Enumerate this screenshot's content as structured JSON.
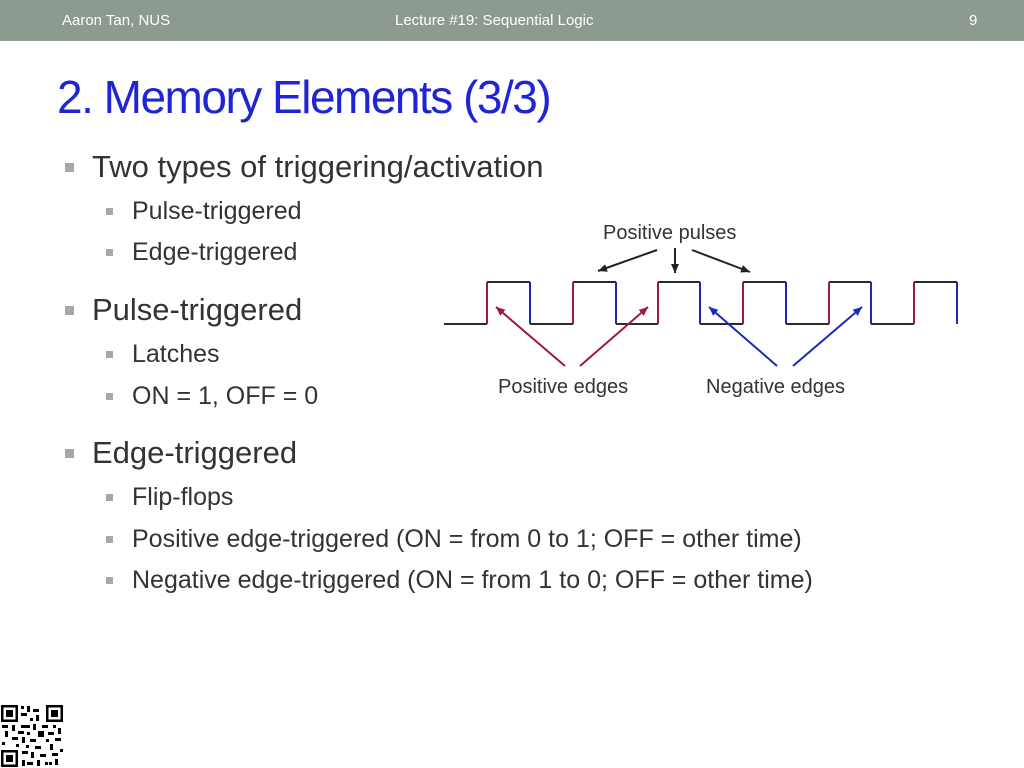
{
  "header": {
    "author": "Aaron Tan, NUS",
    "lecture": "Lecture #19: Sequential Logic",
    "page_number": "9"
  },
  "title": "2. Memory Elements (3/3)",
  "bullets": [
    {
      "text": "Two types of triggering/activation",
      "sub": [
        "Pulse-triggered",
        "Edge-triggered"
      ]
    },
    {
      "text": "Pulse-triggered",
      "sub": [
        "Latches",
        "ON = 1, OFF = 0"
      ]
    },
    {
      "text": "Edge-triggered",
      "sub": [
        "Flip-flops",
        "Positive edge-triggered (ON = from 0 to 1; OFF = other time)",
        "Negative edge-triggered (ON = from 1 to 0; OFF = other time)"
      ]
    }
  ],
  "diagram": {
    "positive_pulses_label": "Positive pulses",
    "positive_edges_label": "Positive edges",
    "negative_edges_label": "Negative edges",
    "colors": {
      "positive_edge": "#a0173f",
      "negative_edge": "#1a2ab8",
      "pulse_arrow": "#222222",
      "title": "#1f25d6",
      "header_bg": "#8c9a8f"
    }
  },
  "qr_code": {
    "icon": "qr-code-icon"
  }
}
